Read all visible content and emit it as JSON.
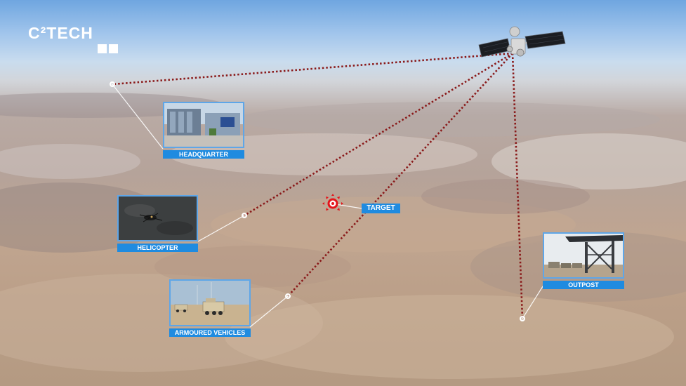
{
  "logo": {
    "text": "C²TECH"
  },
  "nodes": [
    {
      "id": "headquarter",
      "label": "HEADQUARTER"
    },
    {
      "id": "helicopter",
      "label": "HELICOPTER"
    },
    {
      "id": "armoured",
      "label": "ARMOURED VEHICLES"
    },
    {
      "id": "outpost",
      "label": "OUTPOST"
    }
  ],
  "target": {
    "label": "TARGET"
  },
  "colors": {
    "link": "#8a1a1a",
    "label_bg": "#1f8be0",
    "frame": "#5ea6e8",
    "target_red": "#e4141b"
  },
  "icons": [
    "satellite-icon",
    "target-reticle-icon"
  ]
}
